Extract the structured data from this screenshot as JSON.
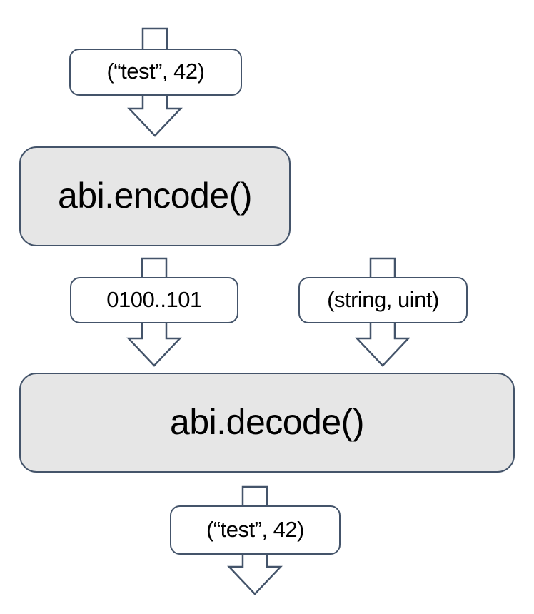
{
  "diagram": {
    "type": "flowchart",
    "description": "ABI encoding and decoding data flow",
    "colors": {
      "stroke": "#44546A",
      "process_fill": "#E6E6E6",
      "data_fill": "#FFFFFF",
      "text": "#000000",
      "background": "#FFFFFF"
    },
    "nodes": [
      {
        "id": "input",
        "kind": "data",
        "label": "(“test”, 42)"
      },
      {
        "id": "encode",
        "kind": "process",
        "label": "abi.encode()"
      },
      {
        "id": "encoded",
        "kind": "data",
        "label": "0100..101"
      },
      {
        "id": "types",
        "kind": "data",
        "label": "(string, uint)"
      },
      {
        "id": "decode",
        "kind": "process",
        "label": "abi.decode()"
      },
      {
        "id": "output",
        "kind": "data",
        "label": "(“test”, 42)"
      }
    ],
    "edges": [
      {
        "from": "start",
        "to": "encode",
        "through": "input"
      },
      {
        "from": "encode",
        "to": "decode",
        "through": "encoded"
      },
      {
        "from": "start",
        "to": "decode",
        "through": "types"
      },
      {
        "from": "decode",
        "to": "end",
        "through": "output"
      }
    ]
  }
}
